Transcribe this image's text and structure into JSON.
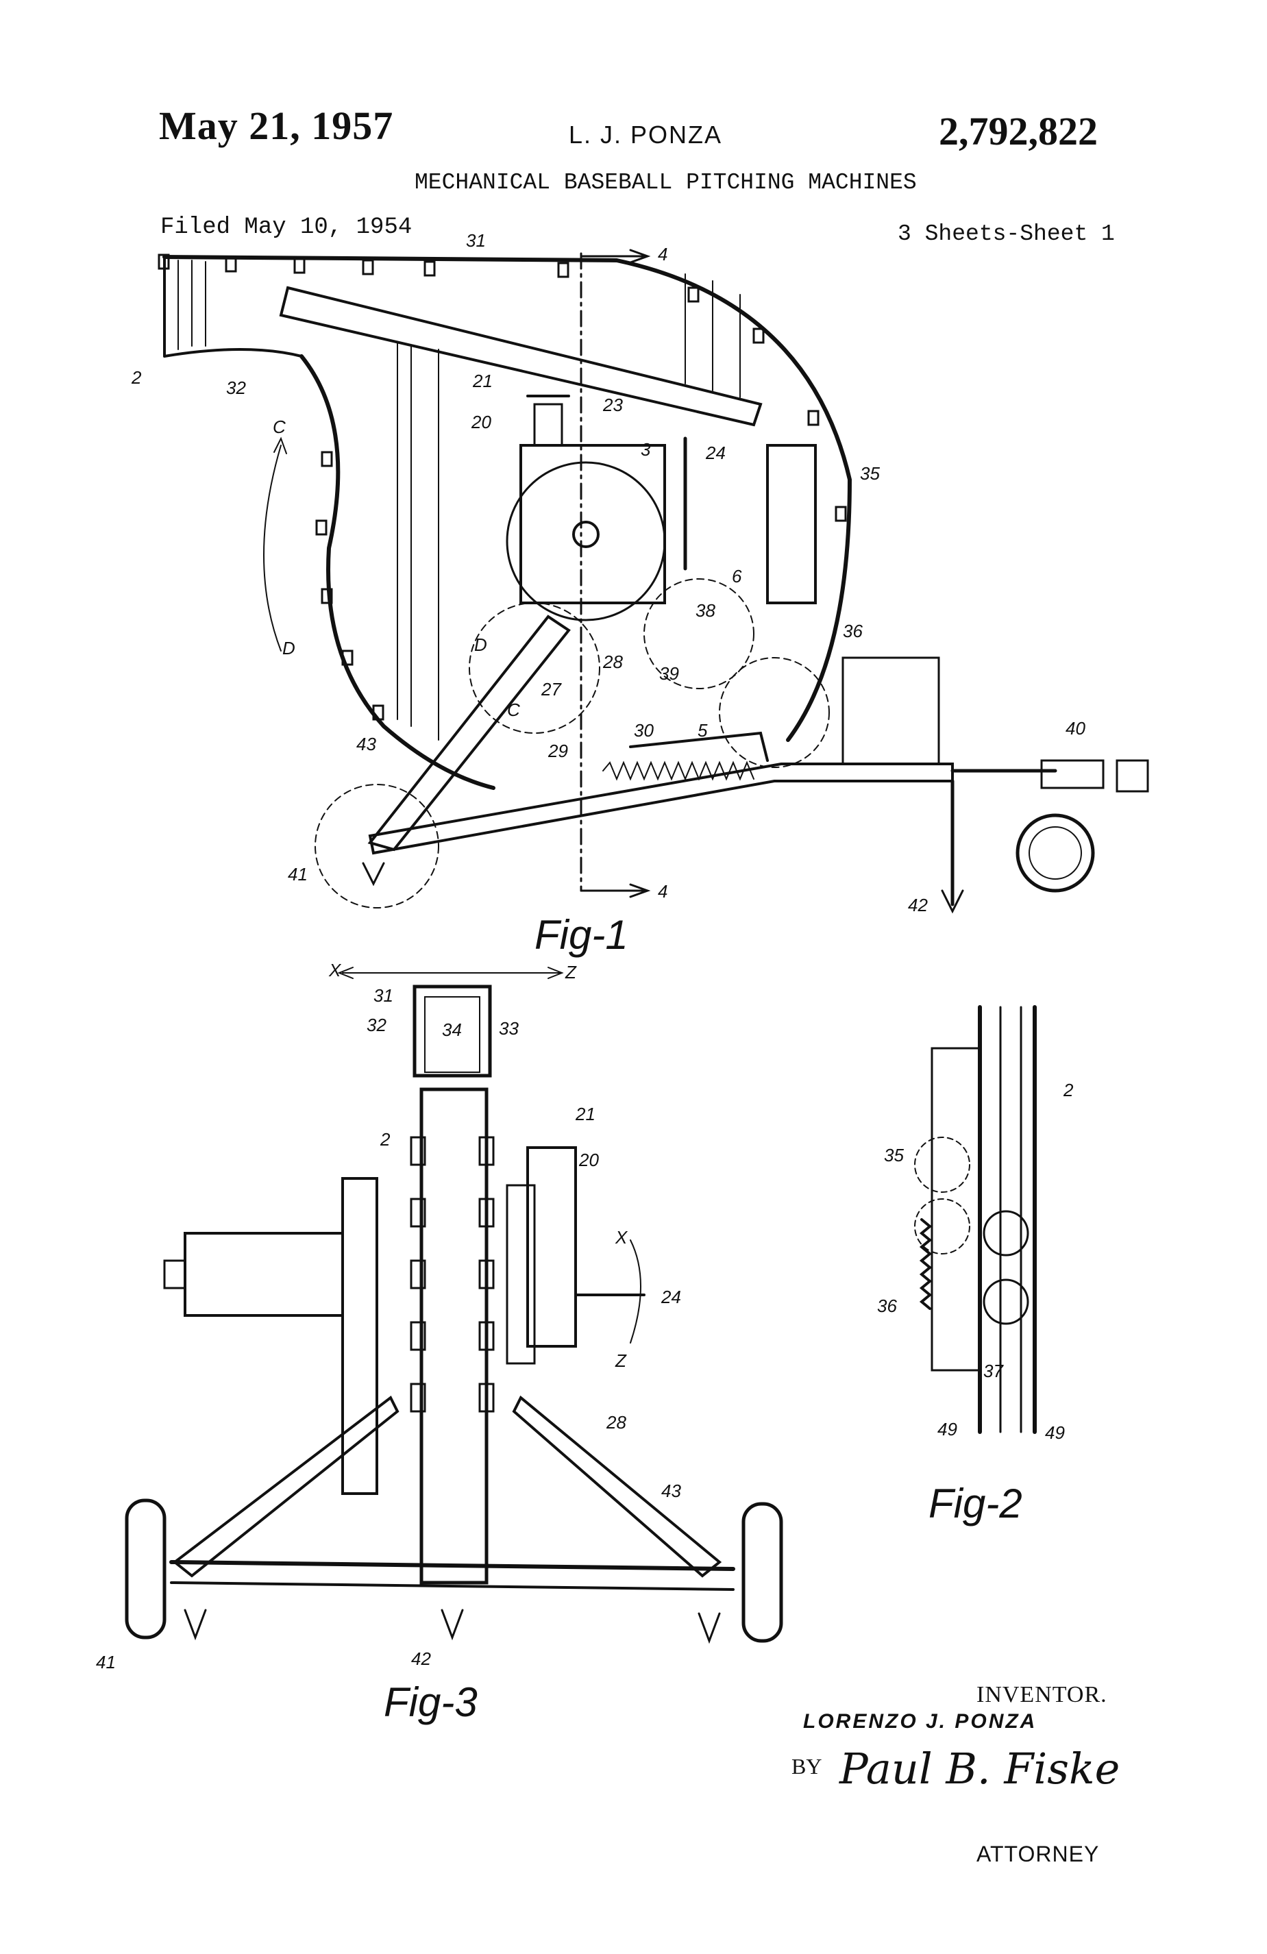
{
  "header": {
    "date": "May 21, 1957",
    "inventor": "L. J. PONZA",
    "patent_number": "2,792,822",
    "title": "MECHANICAL BASEBALL PITCHING MACHINES",
    "filed": "Filed May 10, 1954",
    "sheets": "3 Sheets-Sheet 1"
  },
  "figures": [
    {
      "caption": "Fig-1"
    },
    {
      "caption": "Fig-2"
    },
    {
      "caption": "Fig-3"
    }
  ],
  "fig1_labels": [
    "31",
    "4",
    "2",
    "32",
    "21",
    "23",
    "20",
    "3",
    "24",
    "35",
    "6",
    "38",
    "36",
    "28",
    "39",
    "27",
    "30",
    "5",
    "43",
    "29",
    "40",
    "41",
    "4",
    "42",
    "C",
    "C",
    "D",
    "D"
  ],
  "fig3_labels": [
    "X",
    "Z",
    "31",
    "32",
    "34",
    "33",
    "21",
    "2",
    "20",
    "X",
    "24",
    "Z",
    "28",
    "43",
    "41",
    "42"
  ],
  "fig2_labels": [
    "2",
    "35",
    "36",
    "37",
    "49",
    "49"
  ],
  "signature_block": {
    "inventor_label": "INVENTOR.",
    "inventor_name": "LORENZO J. PONZA",
    "by": "BY",
    "signature": "Paul B. Fiske",
    "attorney": "ATTORNEY"
  }
}
